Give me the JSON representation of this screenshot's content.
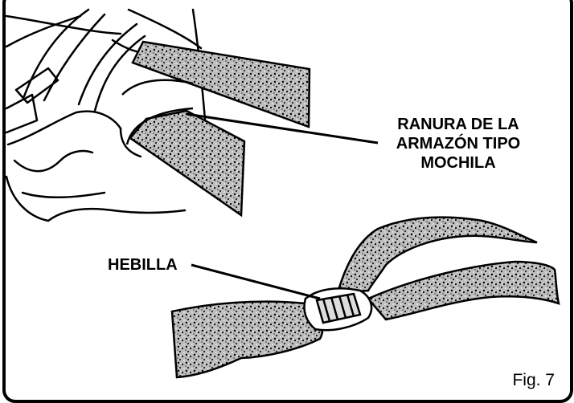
{
  "labels": {
    "slot_line1": "RANURA DE LA",
    "slot_line2": "ARMAZÓN TIPO",
    "slot_line3": "MOCHILA",
    "buckle": "HEBILLA",
    "figure": "Fig. 7"
  },
  "colors": {
    "ink": "#000000",
    "paper": "#ffffff"
  }
}
